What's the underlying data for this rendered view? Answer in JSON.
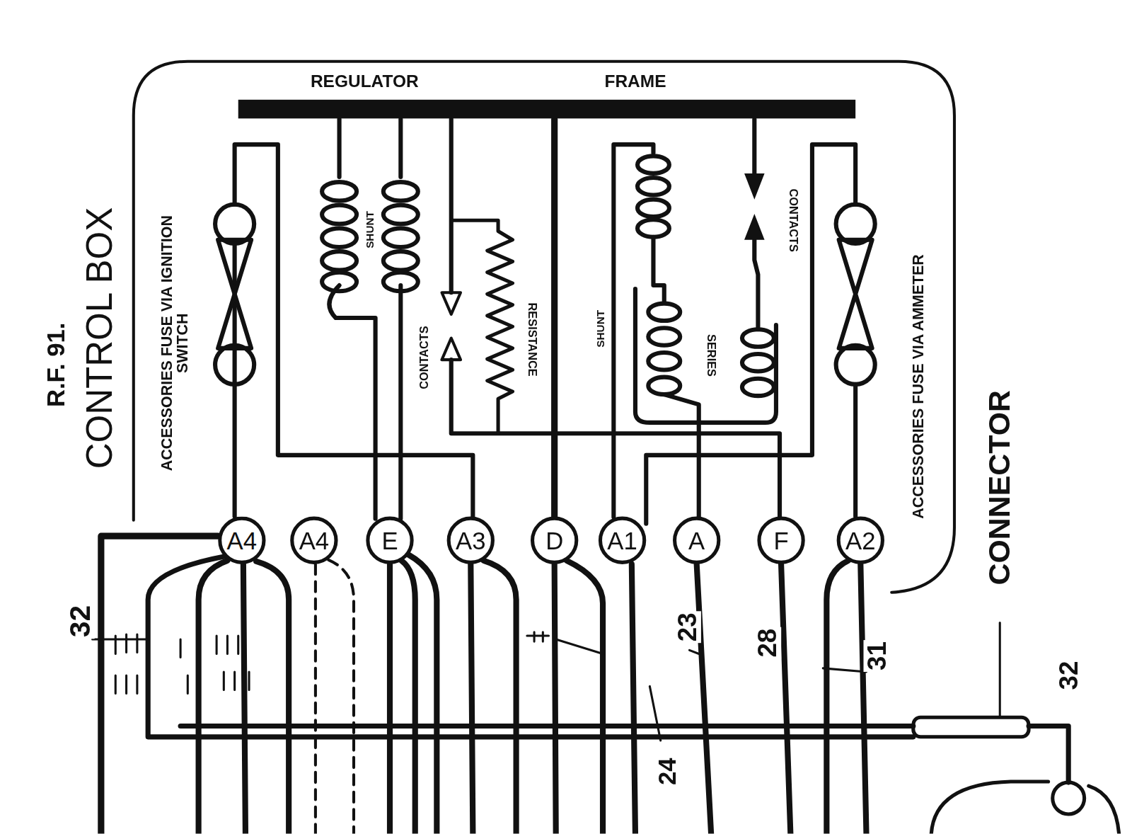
{
  "diagram": {
    "title": "CONTROL BOX",
    "nodes": [
      {
        "text": [
          "A4"
        ]
      },
      {
        "text": [
          "A4"
        ]
      },
      {
        "text": [
          "E"
        ]
      },
      {
        "text": [
          "A3"
        ]
      },
      {
        "text": [
          "D"
        ]
      },
      {
        "text": [
          "A1"
        ]
      },
      {
        "text": [
          "A"
        ]
      },
      {
        "text": [
          "F"
        ]
      },
      {
        "text": [
          "A2"
        ]
      }
    ],
    "labels": [
      "R.F. 91.",
      "REGULATOR",
      "FRAME",
      "ACCESSORIES FUSE VIA IGNITION SWITCH",
      "SHUNT",
      "CONTACTS",
      "RESISTANCE",
      "SHUNT",
      "SERIES",
      "CONTACTS",
      "ACCESSORIES FUSE VIA AMMETER",
      "CONNECTOR",
      "32",
      "23",
      "28",
      "31",
      "24",
      "32"
    ]
  }
}
